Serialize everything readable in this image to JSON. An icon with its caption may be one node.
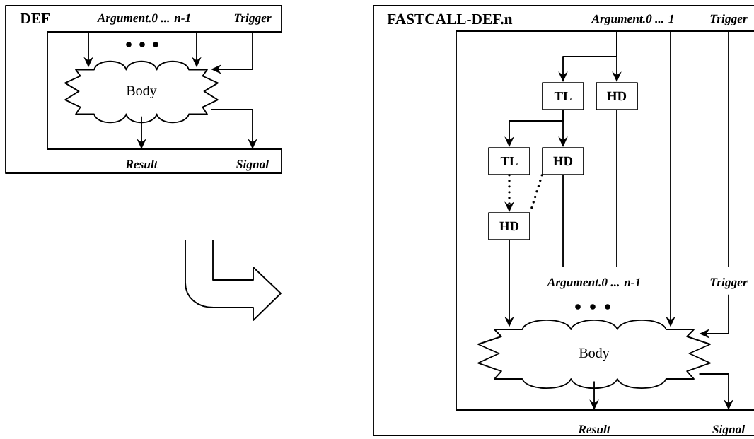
{
  "diagram": {
    "nodes": [
      {
        "text": [
          "DEF"
        ]
      },
      {
        "text": [
          "Argument.0 ... n-1"
        ],
        "in": 0
      },
      {
        "text": [
          "Trigger"
        ],
        "in": 0
      },
      {
        "text": [
          "Body"
        ],
        "in": 0
      },
      {
        "text": [
          "Result"
        ],
        "in": 0
      },
      {
        "text": [
          "Signal"
        ],
        "in": 0
      },
      {
        "text": [
          "FASTCALL-DEF.n"
        ]
      },
      {
        "text": [
          "Argument.0 ... 1"
        ],
        "in": 6
      },
      {
        "text": [
          "Trigger"
        ],
        "in": 6
      },
      {
        "text": [
          "TL"
        ],
        "in": 6
      },
      {
        "text": [
          "HD"
        ],
        "in": 6
      },
      {
        "text": [
          "TL"
        ],
        "in": 6
      },
      {
        "text": [
          "HD"
        ],
        "in": 6
      },
      {
        "text": [
          "HD"
        ],
        "in": 6
      },
      {
        "text": [
          "Argument.0 ... n-1"
        ],
        "in": 6
      },
      {
        "text": [
          "Trigger"
        ],
        "in": 6
      },
      {
        "text": [
          "Body"
        ],
        "in": 6
      },
      {
        "text": [
          "Result"
        ],
        "in": 6
      },
      {
        "text": [
          "Signal"
        ],
        "in": 6
      }
    ],
    "edges": [
      {
        "from": 1,
        "to": 3,
        "arrow": "to"
      },
      {
        "from": 1,
        "to": 3,
        "arrow": "to"
      },
      {
        "from": 2,
        "to": 3,
        "arrow": "to"
      },
      {
        "from": 3,
        "to": 4,
        "arrow": "to"
      },
      {
        "from": 3,
        "to": 5,
        "arrow": "to"
      },
      {
        "from": 7,
        "to": 9,
        "arrow": "to"
      },
      {
        "from": 7,
        "to": 10,
        "arrow": "to"
      },
      {
        "from": 9,
        "to": 11,
        "arrow": "to"
      },
      {
        "from": 9,
        "to": 12,
        "arrow": "to"
      },
      {
        "from": 11,
        "to": 13,
        "arrow": "to",
        "style": "dashed"
      },
      {
        "from": 12,
        "to": 13,
        "arrow": "none",
        "style": "dashed"
      },
      {
        "from": 13,
        "to": 16,
        "arrow": "to"
      },
      {
        "from": 12,
        "to": 14,
        "arrow": "none"
      },
      {
        "from": 10,
        "to": 14,
        "arrow": "none"
      },
      {
        "from": 7,
        "to": 16,
        "arrow": "to"
      },
      {
        "from": 8,
        "to": 15,
        "arrow": "none"
      },
      {
        "from": 15,
        "to": 16,
        "arrow": "to"
      },
      {
        "from": 16,
        "to": 17,
        "arrow": "to"
      },
      {
        "from": 16,
        "to": 18,
        "arrow": "to"
      }
    ]
  }
}
